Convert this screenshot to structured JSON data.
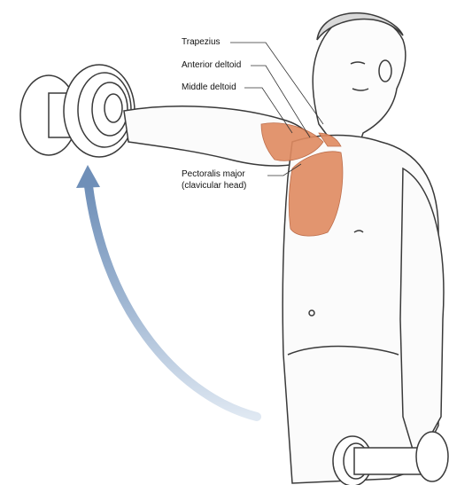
{
  "labels": {
    "trapezius": "Trapezius",
    "anterior_deltoid": "Anterior deltoid",
    "middle_deltoid": "Middle deltoid",
    "pectoralis_line1": "Pectoralis major",
    "pectoralis_line2": "(clavicular head)"
  },
  "colors": {
    "muscle_highlight": "#e08a60",
    "motion_arrow": "#7f9cc0",
    "outline": "#3a3a3a",
    "background": "#ffffff"
  },
  "icons": {
    "motion_arrow": "curved-up-arrow-icon"
  }
}
